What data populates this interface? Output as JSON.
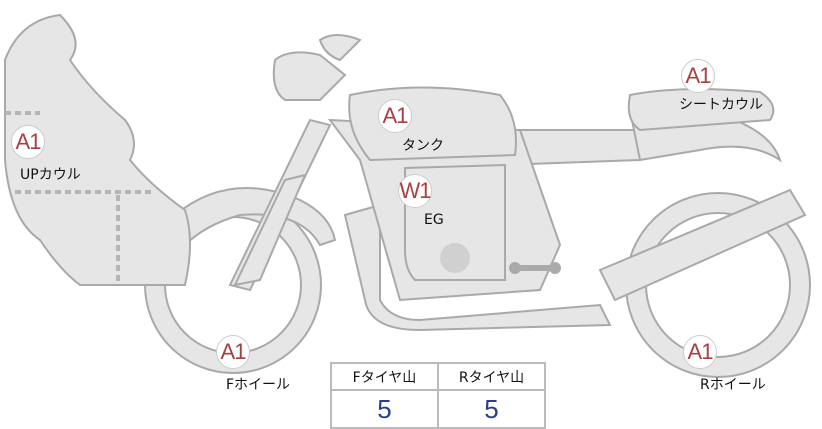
{
  "parts": [
    {
      "grade": "A1",
      "label": "UPカウル"
    },
    {
      "grade": "A1",
      "label": "タンク"
    },
    {
      "grade": "W1",
      "label": "EG"
    },
    {
      "grade": "A1",
      "label": "シートカウル"
    },
    {
      "grade": "A1",
      "label": "Fホイール"
    },
    {
      "grade": "A1",
      "label": "Rホイール"
    }
  ],
  "tire_table": {
    "headers": [
      "Fタイヤ山",
      "Rタイヤ山"
    ],
    "values": [
      "5",
      "5"
    ]
  },
  "colors": {
    "body_fill": "#e6e6e6",
    "outline": "#a9a9a9",
    "badge_text": "#a8403f",
    "value_text": "#2a3f8a"
  }
}
